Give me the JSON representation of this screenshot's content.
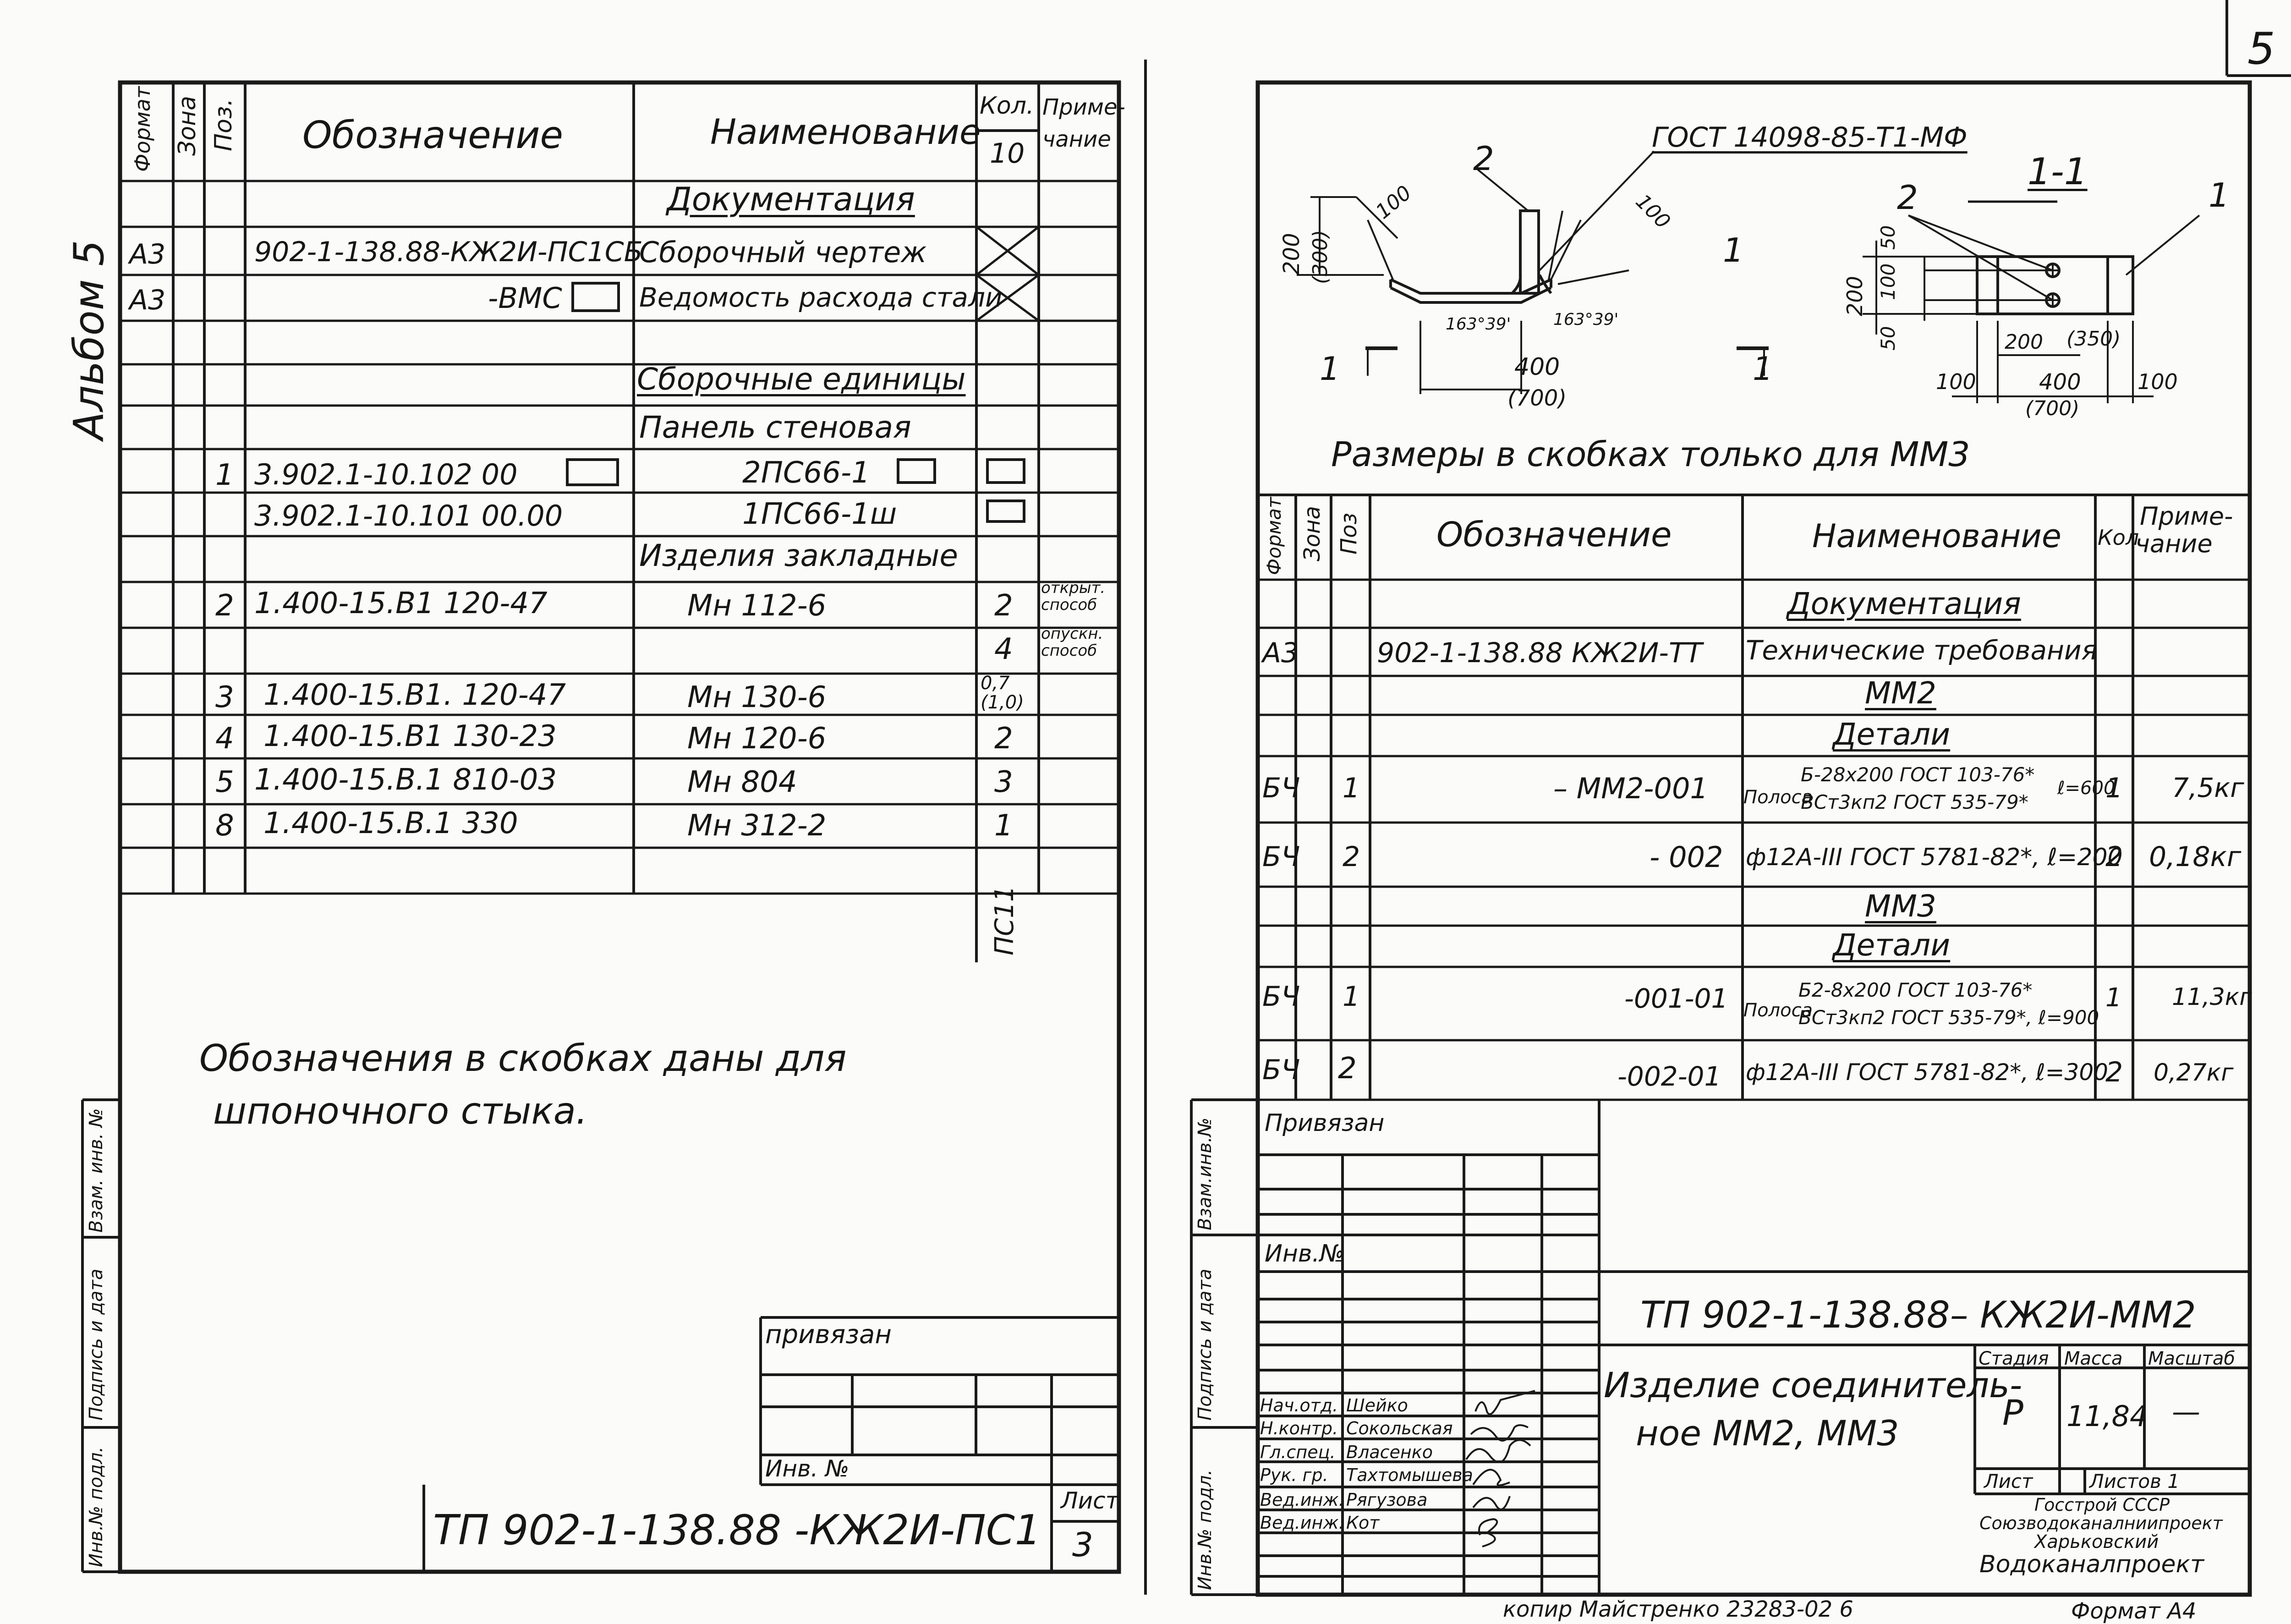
{
  "page_number": "5",
  "album": "Альбом 5",
  "left": {
    "headers": {
      "format": "Формат",
      "zone": "Зона",
      "pos": "Поз.",
      "designation": "Обозначение",
      "name": "Наименование",
      "qty": "Кол.",
      "qty_sub": "10",
      "note": "Приме-",
      "note2": "чание"
    },
    "sections": {
      "documentation": "Документация",
      "assembly_units": "Сборочные единицы",
      "wall_panel": "Панель стеновая",
      "embedded": "Изделия закладные"
    },
    "rows": [
      {
        "fmt": "А3",
        "pos": "",
        "des": "902-1-138.88-КЖ2И-ПС1СБ",
        "name": "Сборочный чертеж",
        "qty": "",
        "note": ""
      },
      {
        "fmt": "А3",
        "pos": "",
        "des": "-ВМС",
        "name": "Ведомость расхода стали",
        "qty": "",
        "note": ""
      },
      {
        "fmt": "",
        "pos": "1",
        "des": "3.902.1-10.102 00",
        "name": "2ПС66-1",
        "qty": "",
        "note": ""
      },
      {
        "fmt": "",
        "pos": "",
        "des": "3.902.1-10.101 00.00",
        "name": "1ПС66-1ш",
        "qty": "",
        "note": ""
      },
      {
        "fmt": "",
        "pos": "2",
        "des": "1.400-15.В1 120-47",
        "name": "Мн 112-6",
        "qty": "2",
        "note": "открыт. способ"
      },
      {
        "fmt": "",
        "pos": "",
        "des": "",
        "name": "",
        "qty": "4",
        "note": "опускн. способ"
      },
      {
        "fmt": "",
        "pos": "3",
        "des": "1.400-15.В1. 120-47",
        "name": "Мн 130-6",
        "qty": "0,7 (1,0)",
        "note": ""
      },
      {
        "fmt": "",
        "pos": "4",
        "des": "1.400-15.В1 130-23",
        "name": "Мн 120-6",
        "qty": "2",
        "note": ""
      },
      {
        "fmt": "",
        "pos": "5",
        "des": "1.400-15.В.1 810-03",
        "name": "Мн 804",
        "qty": "3",
        "note": ""
      },
      {
        "fmt": "",
        "pos": "8",
        "des": "1.400-15.В.1 330",
        "name": "Мн 312-2",
        "qty": "1",
        "note": ""
      }
    ],
    "qty_vertical": "ПС11",
    "note_line1": "Обозначения в скобках даны для",
    "note_line2": "шпоночного стыка.",
    "stamp": {
      "privyazan": "привязан",
      "inv": "Инв. №",
      "code": "ТП 902-1-138.88 -КЖ2И-ПС1",
      "list_label": "Лист",
      "list_no": "3"
    },
    "side_labels": [
      "Инв.№ подл.",
      "Подпись и дата",
      "Взам. инв. №"
    ]
  },
  "right": {
    "drawing": {
      "gost": "ГОСТ 14098-85-Т1-МФ",
      "section": "1-1",
      "dims_front": [
        "200",
        "(300)",
        "100",
        "100",
        "163°39'",
        "163°39'",
        "400",
        "(700)"
      ],
      "dims_side": [
        "50",
        "100",
        "50",
        "200",
        "200",
        "(350)",
        "100",
        "400",
        "100",
        "(700)"
      ],
      "callouts": [
        "2",
        "1",
        "2",
        "1"
      ],
      "cut": [
        "1",
        "1"
      ],
      "caption": "Размеры в скобках только для ММ3"
    },
    "headers": {
      "format": "Формат",
      "zone": "Зона",
      "pos": "Поз",
      "designation": "Обозначение",
      "name": "Наименование",
      "qty": "Кол",
      "note": "Приме-",
      "note2": "чание"
    },
    "sections": {
      "documentation": "Документация",
      "mm2": "ММ2",
      "details1": "Детали",
      "mm3": "ММ3",
      "details2": "Детали"
    },
    "rows": [
      {
        "fmt": "А3",
        "pos": "",
        "des": "902-1-138.88 КЖ2И-ТТ",
        "name": "Технические требования",
        "qty": "",
        "note": ""
      },
      {
        "fmt": "БЧ",
        "pos": "1",
        "des": "– ММ2-001",
        "name_a": "Полоса",
        "name_b": "Б-28х200 ГОСТ 103-76*",
        "name_c": "ВСт3кп2 ГОСТ 535-79*",
        "name_d": "ℓ=600",
        "qty": "1",
        "note": "7,5кг"
      },
      {
        "fmt": "БЧ",
        "pos": "2",
        "des": "- 002",
        "name": "ф12А-III ГОСТ 5781-82*, ℓ=200",
        "qty": "2",
        "note": "0,18кг"
      },
      {
        "fmt": "БЧ",
        "pos": "1",
        "des": "-001-01",
        "name_a": "Полоса",
        "name_b": "Б2-8х200 ГОСТ 103-76*",
        "name_c": "ВСт3кп2 ГОСТ 535-79*, ℓ=900",
        "qty": "1",
        "note": "11,3кг"
      },
      {
        "fmt": "БЧ",
        "pos": "2",
        "des": "-002-01",
        "name": "ф12А-III ГОСТ 5781-82*, ℓ=300",
        "qty": "2",
        "note": "0,27кг"
      }
    ],
    "stamp": {
      "privyazan": "Привязан",
      "inv": "Инв.№",
      "code": "ТП 902-1-138.88– КЖ2И-ММ2",
      "title1": "Изделие соединитель-",
      "title2": "ное ММ2, ММ3",
      "stage_label": "Стадия",
      "mass_label": "Масса",
      "scale_label": "Масштаб",
      "stage": "Р",
      "mass": "11,84",
      "scale": "—",
      "sheet_label": "Лист",
      "sheets_label": "Листов 1",
      "org1": "Госстрой СССР",
      "org2": "Союзводоканалниипроект",
      "org3": "Харьковский",
      "org4": "Водоканалпроект",
      "people": [
        {
          "role": "Нач.отд.",
          "name": "Шейко"
        },
        {
          "role": "Н.контр.",
          "name": "Сокольская"
        },
        {
          "role": "Гл.спец.",
          "name": "Власенко"
        },
        {
          "role": "Рук. гр.",
          "name": "Тахтомышева"
        },
        {
          "role": "Вед.инж.",
          "name": "Рягузова"
        },
        {
          "role": "Вед.инж.",
          "name": "Кот"
        }
      ]
    },
    "bottom_text": "копир Майстренко   23283-02   6",
    "format": "Формат А4",
    "side_labels": [
      "Инв.№ подл.",
      "Подпись и дата",
      "Взам.инв.№"
    ]
  }
}
